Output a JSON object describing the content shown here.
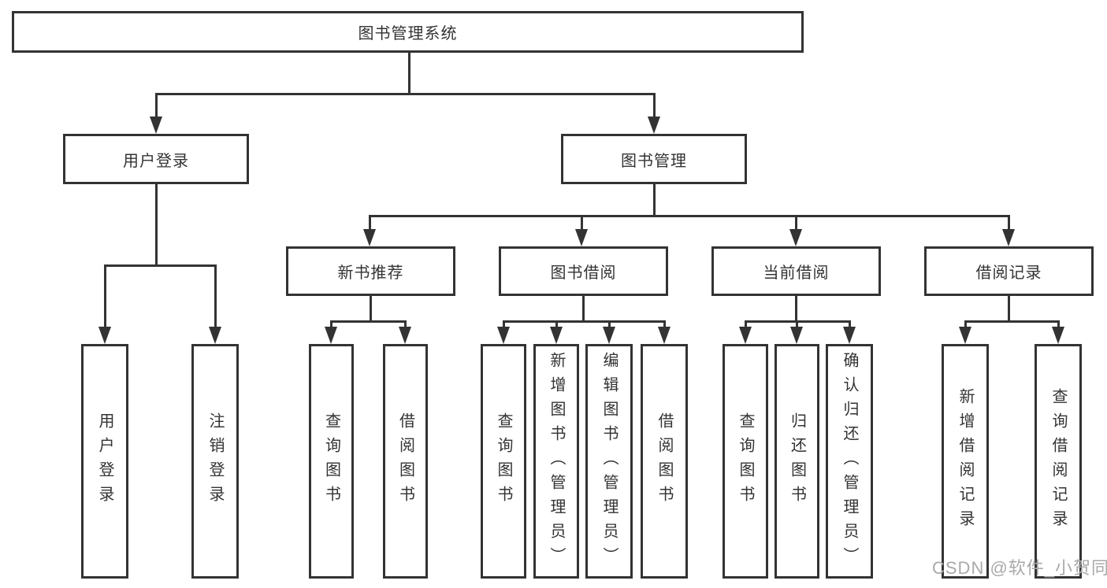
{
  "diagram": {
    "title_note": "library management system feature tree",
    "root": {
      "label": "图书管理系统"
    },
    "branches": [
      {
        "label": "用户登录",
        "children": [
          {
            "label": "用户登录"
          },
          {
            "label": "注销登录"
          }
        ]
      },
      {
        "label": "图书管理",
        "children": [
          {
            "label": "新书推荐",
            "children": [
              {
                "label": "查询图书"
              },
              {
                "label": "借阅图书"
              }
            ]
          },
          {
            "label": "图书借阅",
            "children": [
              {
                "label": "查询图书"
              },
              {
                "label": "新增图书（管理员）"
              },
              {
                "label": "编辑图书（管理员）"
              },
              {
                "label": "借阅图书"
              }
            ]
          },
          {
            "label": "当前借阅",
            "children": [
              {
                "label": "查询图书"
              },
              {
                "label": "归还图书"
              },
              {
                "label": "确认归还（管理员）"
              }
            ]
          },
          {
            "label": "借阅记录",
            "children": [
              {
                "label": "新增借阅记录"
              },
              {
                "label": "查询借阅记录"
              }
            ]
          }
        ]
      }
    ],
    "watermark": "CSDN @软件_小贺同学",
    "colors": {
      "line": "#333333",
      "text": "#333333",
      "watermark": "#a9a9a9",
      "background": "#ffffff"
    }
  }
}
